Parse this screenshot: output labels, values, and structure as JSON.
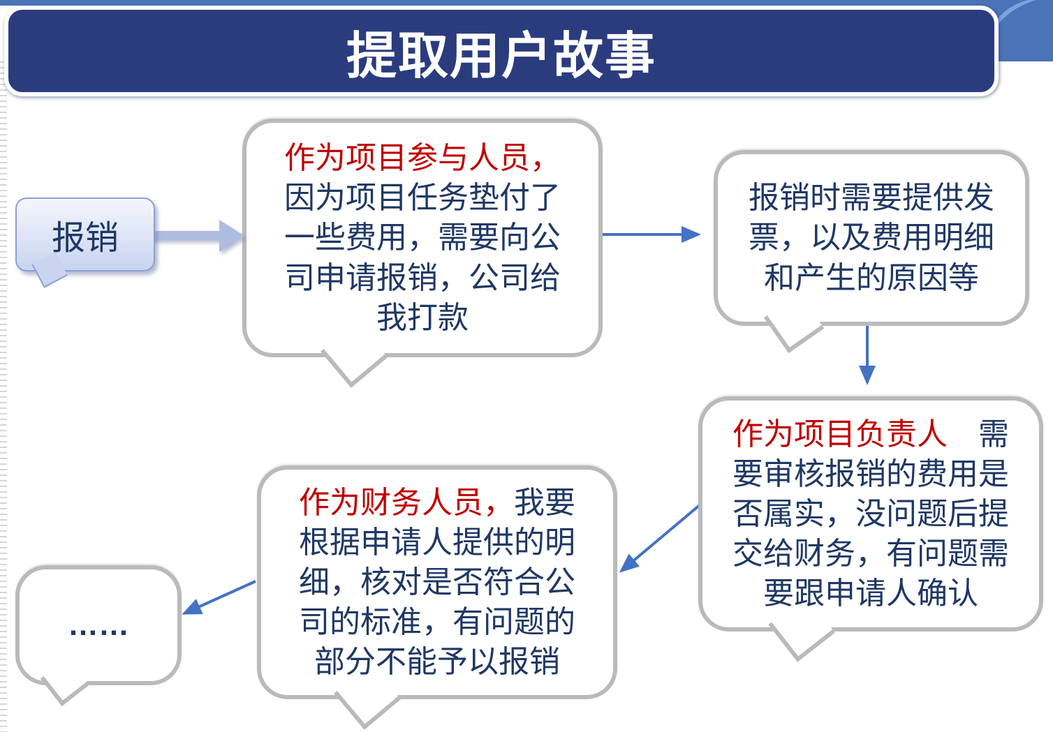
{
  "title": "提取用户故事",
  "topic": {
    "label": "报销"
  },
  "bubbles": [
    {
      "id": "participant",
      "lead": "作为项目参与人员，",
      "rest": "因为项目任务垫付了一些费用，需要向公司申请报销，公司给我打款"
    },
    {
      "id": "invoice",
      "lead": "",
      "rest": "报销时需要提供发票，以及费用明细和产生的原因等"
    },
    {
      "id": "owner",
      "lead": "作为项目负责人",
      "rest": "　需要审核报销的费用是否属实，没问题后提交给财务，有问题需要跟申请人确认"
    },
    {
      "id": "finance",
      "lead": "作为财务人员，",
      "rest": "我要根据申请人提供的明细，核对是否符合公司的标准，有问题的部分不能予以报销"
    },
    {
      "id": "more",
      "lead": "",
      "rest": "……"
    }
  ],
  "colors": {
    "banner_navy": "#2b3c7e",
    "decoration_blue": "#4a73b8",
    "decoration_swoosh": "#7ba3dd",
    "connector_blue": "#4472c4",
    "block_arrow": "#aebcdf",
    "bubble_border_gray": "#b8babd",
    "body_text_navy": "#1f3864",
    "role_text_red": "#c00000",
    "topic_fill": "#c9d4f0",
    "topic_border": "#8e9fd4"
  }
}
